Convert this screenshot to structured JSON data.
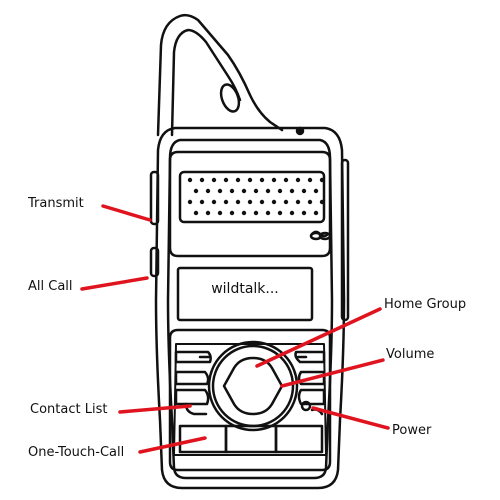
{
  "colors": {
    "outline": "#111111",
    "callout": "#e0141e",
    "background": "#ffffff"
  },
  "screen_text": "wildtalk...",
  "callouts": {
    "transmit": "Transmit",
    "all_call": "All Call",
    "contact_list": "Contact List",
    "one_touch_call": "One-Touch-Call",
    "home_group": "Home Group",
    "volume": "Volume",
    "power": "Power"
  },
  "icons": [
    "speaker-grille",
    "dpad",
    "phone-icon",
    "power-icon"
  ]
}
